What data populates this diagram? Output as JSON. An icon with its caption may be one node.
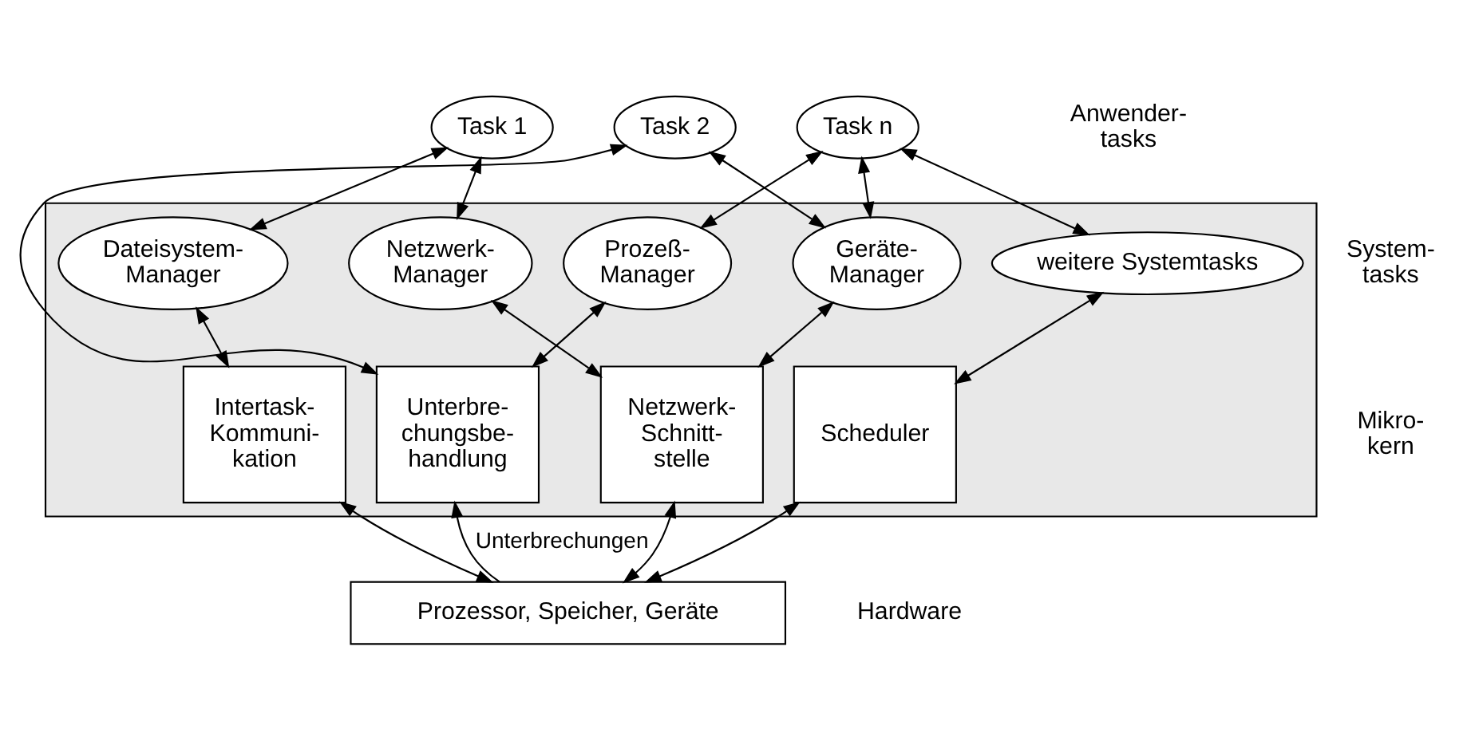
{
  "diagram": {
    "nodes": [
      {
        "text": [
          "Task 1"
        ]
      },
      {
        "text": [
          "Task 2"
        ]
      },
      {
        "text": [
          "Task n"
        ]
      },
      {
        "text": [],
        "shape": "box"
      },
      {
        "text": [
          "Dateisystem- Manager"
        ],
        "in": 3
      },
      {
        "text": [
          "Netzwerk- Manager"
        ],
        "in": 3
      },
      {
        "text": [
          "Geräte- Manager"
        ],
        "in": 3
      },
      {
        "text": [
          "Prozeß- Manager"
        ],
        "in": 3
      },
      {
        "text": [
          "weitere Systemtasks"
        ],
        "in": 3
      },
      {
        "text": [
          "Intertask- Kommuni- kation"
        ],
        "in": 3
      },
      {
        "text": [
          "Netzwerk- Schnitt- stelle"
        ],
        "in": 3
      },
      {
        "text": [
          "Unterbre- chungsbe- handlung"
        ],
        "in": 3
      },
      {
        "text": [
          "Scheduler"
        ],
        "in": 3
      },
      {
        "text": [
          "Prozessor, Speicher, Geräte"
        ]
      }
    ],
    "edges": [
      {
        "from": 0,
        "to": 4,
        "arrow": "both"
      },
      {
        "from": 0,
        "to": 5,
        "arrow": "both"
      },
      {
        "from": 1,
        "to": 6,
        "arrow": "both"
      },
      {
        "from": 1,
        "to": 11,
        "arrow": "both"
      },
      {
        "from": 2,
        "to": 6,
        "arrow": "both"
      },
      {
        "from": 2,
        "to": 7,
        "arrow": "both"
      },
      {
        "from": 2,
        "to": 8,
        "arrow": "both"
      },
      {
        "from": 4,
        "to": 9,
        "arrow": "both"
      },
      {
        "from": 5,
        "to": 10,
        "arrow": "both"
      },
      {
        "from": 6,
        "to": 10,
        "arrow": "both"
      },
      {
        "from": 7,
        "to": 11,
        "arrow": "both"
      },
      {
        "from": 8,
        "to": 12,
        "arrow": "both"
      },
      {
        "from": 13,
        "to": 9,
        "arrow": "both"
      },
      {
        "from": 13,
        "to": 10,
        "arrow": "both"
      },
      {
        "from": 13,
        "to": 11,
        "arrow": "to",
        "label": "Unterbrechungen"
      },
      {
        "from": 13,
        "to": 12,
        "arrow": "both"
      }
    ],
    "labels": [
      "Anwender- tasks",
      "System- tasks",
      "Mikro- kern",
      "Hardware"
    ]
  }
}
